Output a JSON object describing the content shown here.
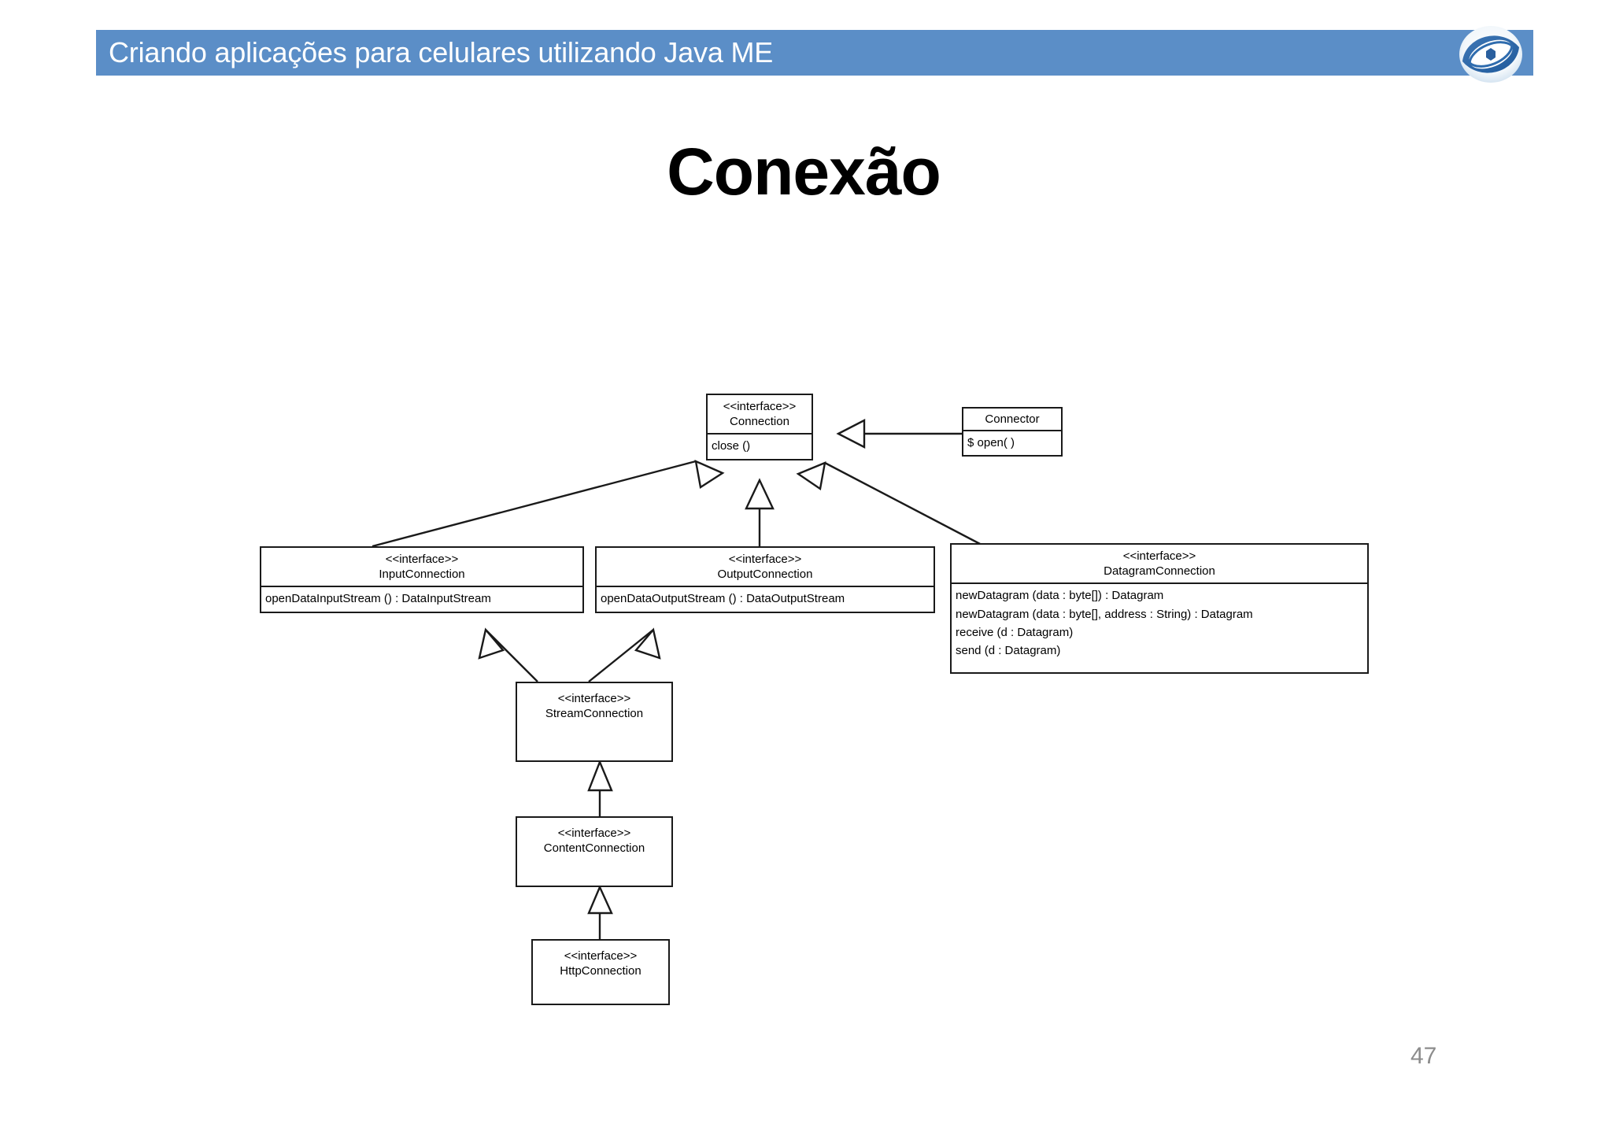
{
  "header": {
    "title": "Criando aplicações para celulares utilizando Java ME",
    "bar_color": "#5b8ec7",
    "logo_name": "eye-logo"
  },
  "slide": {
    "title": "Conexão",
    "page_number": "47"
  },
  "diagram": {
    "type": "uml-class-diagram",
    "stereotype_label": "<<interface>>",
    "boxes": {
      "connection": {
        "stereotype": "<<interface>>",
        "name": "Connection",
        "members": [
          "close ()"
        ]
      },
      "connector": {
        "stereotype": "",
        "name": "Connector",
        "members": [
          "$ open( )"
        ]
      },
      "input_connection": {
        "stereotype": "<<interface>>",
        "name": "InputConnection",
        "members": [
          "openDataInputStream () :  DataInputStream"
        ]
      },
      "output_connection": {
        "stereotype": "<<interface>>",
        "name": "OutputConnection",
        "members": [
          "openDataOutputStream () :  DataOutputStream"
        ]
      },
      "datagram_connection": {
        "stereotype": "<<interface>>",
        "name": "DatagramConnection",
        "members": [
          "newDatagram (data : byte[]) : Datagram",
          "newDatagram (data : byte[], address : String) : Datagram",
          "receive (d : Datagram)",
          "send (d : Datagram)"
        ]
      },
      "stream_connection": {
        "stereotype": "<<interface>>",
        "name": "StreamConnection",
        "members": []
      },
      "content_connection": {
        "stereotype": "<<interface>>",
        "name": "ContentConnection",
        "members": []
      },
      "http_connection": {
        "stereotype": "<<interface>>",
        "name": "HttpConnection",
        "members": []
      }
    },
    "relations": [
      {
        "from": "connector",
        "to": "connection",
        "type": "generalization"
      },
      {
        "from": "input_connection",
        "to": "connection",
        "type": "generalization"
      },
      {
        "from": "output_connection",
        "to": "connection",
        "type": "generalization"
      },
      {
        "from": "datagram_connection",
        "to": "connection",
        "type": "generalization"
      },
      {
        "from": "stream_connection",
        "to": "input_connection",
        "type": "generalization"
      },
      {
        "from": "stream_connection",
        "to": "output_connection",
        "type": "generalization"
      },
      {
        "from": "content_connection",
        "to": "stream_connection",
        "type": "generalization"
      },
      {
        "from": "http_connection",
        "to": "content_connection",
        "type": "generalization"
      }
    ]
  }
}
